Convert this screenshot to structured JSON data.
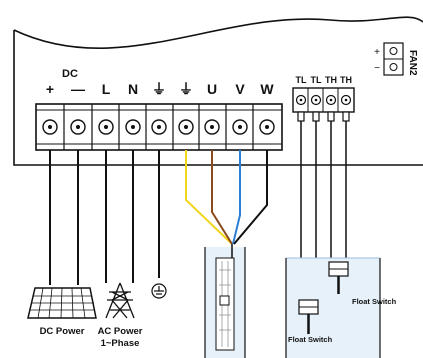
{
  "terminal_block": {
    "group_label": "DC",
    "terminals": [
      {
        "label": "+"
      },
      {
        "label": "—"
      },
      {
        "label": "L"
      },
      {
        "label": "N"
      },
      {
        "label": "⏚"
      },
      {
        "label": "⏚"
      },
      {
        "label": "U"
      },
      {
        "label": "V"
      },
      {
        "label": "W"
      }
    ]
  },
  "float_terminals": [
    "TL",
    "TL",
    "TH",
    "TH"
  ],
  "fan": {
    "label": "FAN2",
    "plus": "+",
    "minus": "−"
  },
  "sources": {
    "dc_power": "DC Power",
    "ac_power_line1": "AC Power",
    "ac_power_line2": "1~Phase"
  },
  "tank": {
    "float_switch_upper": "Float Switch",
    "float_switch_lower": "Float Switch"
  },
  "wire_colors": {
    "yellow": "#f2d51d",
    "brown": "#8b4a1c",
    "blue": "#2b7fd6",
    "black": "#111111",
    "pale_blue": "#e7f1fa"
  }
}
